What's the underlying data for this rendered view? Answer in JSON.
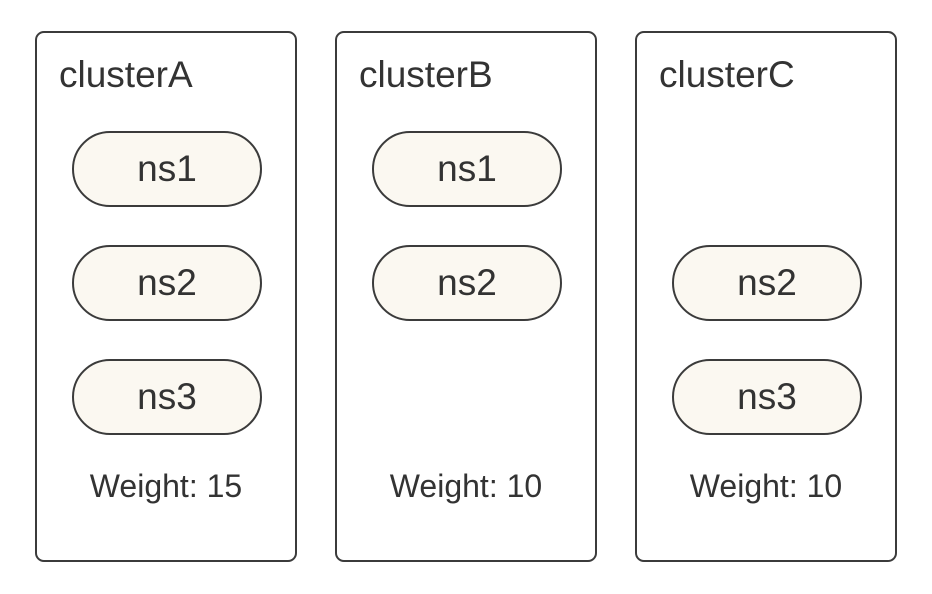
{
  "clusters": [
    {
      "title": "clusterA",
      "namespaces": [
        "ns1",
        "ns2",
        "ns3"
      ],
      "weight": "Weight: 15"
    },
    {
      "title": "clusterB",
      "namespaces": [
        "ns1",
        "ns2"
      ],
      "weight": "Weight: 10"
    },
    {
      "title": "clusterC",
      "namespaces": [
        "ns2",
        "ns3"
      ],
      "weight": "Weight: 10"
    }
  ],
  "colors": {
    "border": "#3b3b3b",
    "text": "#333333",
    "namespace_fill": "#fbf8f1",
    "background": "#ffffff"
  }
}
